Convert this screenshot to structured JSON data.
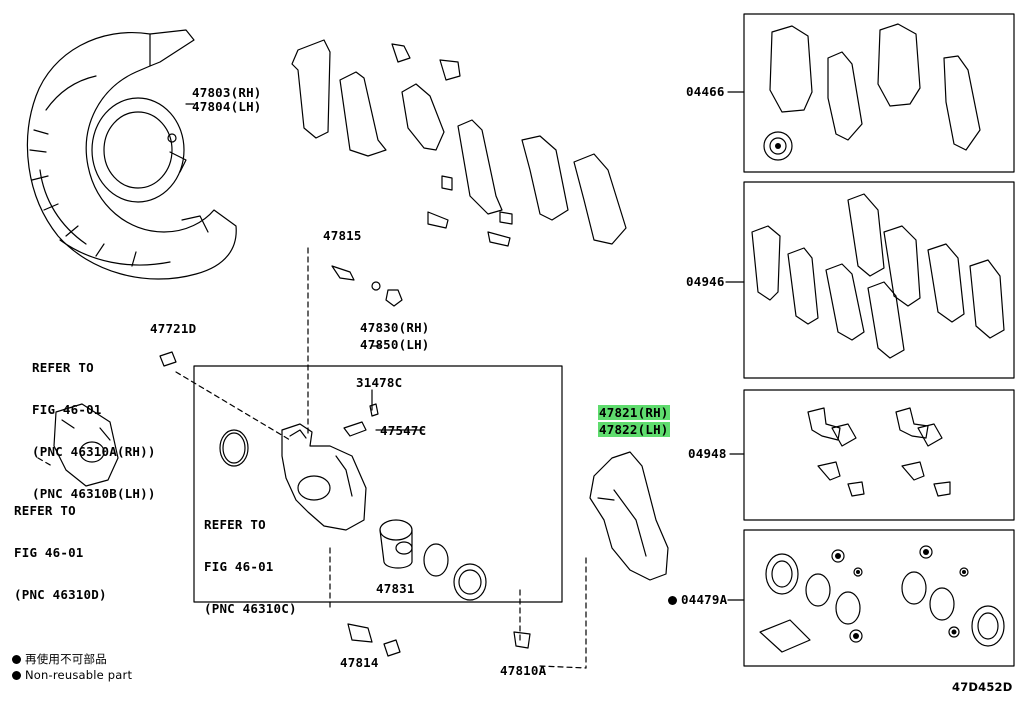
{
  "labels": {
    "p47803": "47803(RH)",
    "p47804": "47804(LH)",
    "p47815": "47815",
    "p47721d": "47721D",
    "p47830": "47830(RH)",
    "p47850": "47850(LH)",
    "p31478c": "31478C",
    "p47547c": "47547C",
    "p47821": "47821(RH)",
    "p47822": "47822(LH)",
    "p47831": "47831",
    "p47814": "47814",
    "p47810a": "47810A",
    "p04466": "04466",
    "p04946": "04946",
    "p04948": "04948",
    "p04479a": "04479A",
    "diagram_code": "47D452D"
  },
  "refer_notes": {
    "left_top": [
      "REFER TO",
      "FIG 46-01",
      "(PNC 46310A(RH))",
      "(PNC 46310B(LH))"
    ],
    "left_bottom": [
      "REFER TO",
      "FIG 46-01",
      "(PNC 46310D)"
    ],
    "center": [
      "REFER TO",
      "FIG 46-01",
      "(PNC 46310C)"
    ]
  },
  "legend": {
    "jp": "再使用不可部品",
    "en": "Non-reusable part"
  },
  "colors": {
    "highlight": "#5fdc6e",
    "ink": "#000000"
  }
}
